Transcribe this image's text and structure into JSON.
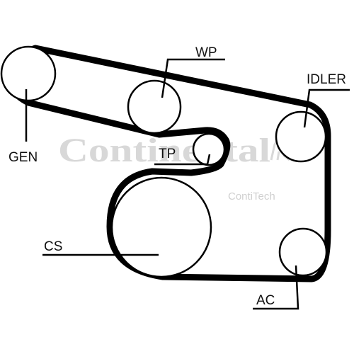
{
  "watermark": {
    "brand": "Continental",
    "sub_brand": "ContiTech"
  },
  "labels": {
    "gen": "GEN",
    "wp": "WP",
    "idler": "IDLER",
    "tp": "TP",
    "cs": "CS",
    "ac": "AC"
  },
  "colors": {
    "ink": "#000000",
    "watermark": "#d8d8d8",
    "background": "#ffffff"
  }
}
